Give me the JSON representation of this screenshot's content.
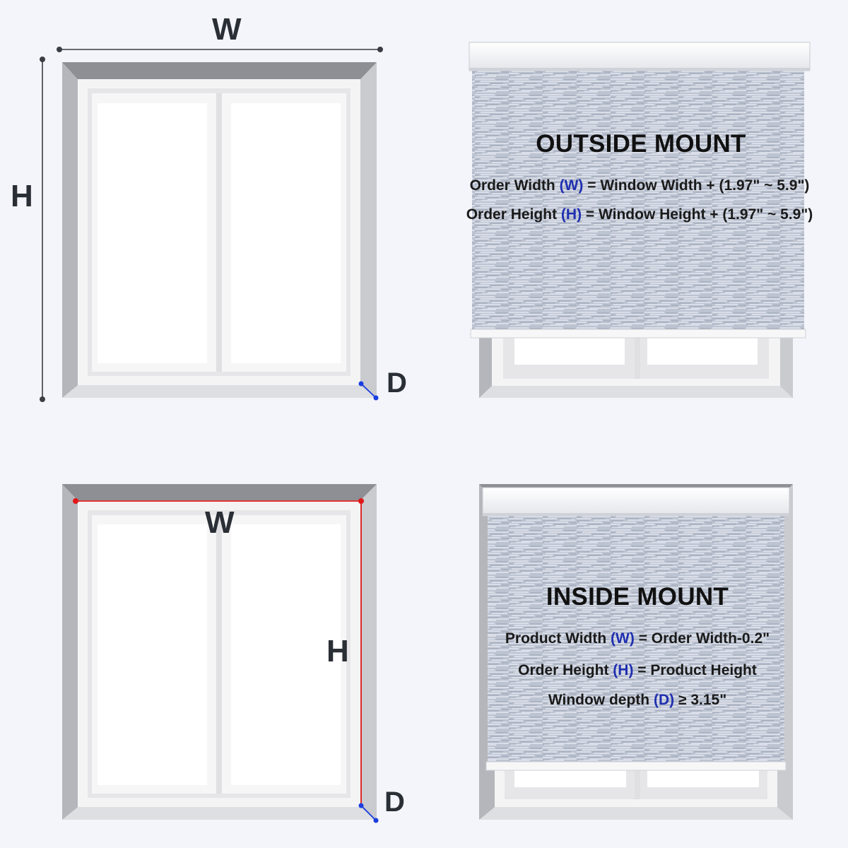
{
  "panels": {
    "outside_measure": {
      "w": "W",
      "h": "H",
      "d": "D"
    },
    "inside_measure": {
      "w": "W",
      "h": "H",
      "d": "D"
    },
    "outside_mount": {
      "title": "OUTSIDE MOUNT",
      "lines": [
        {
          "pre": "Order Width ",
          "var": "(W)",
          "post": " = Window Width + (1.97\" ~ 5.9\")"
        },
        {
          "pre": "Order Height ",
          "var": "(H)",
          "post": " = Window Height + (1.97\" ~ 5.9\")"
        }
      ]
    },
    "inside_mount": {
      "title": "INSIDE MOUNT",
      "lines": [
        {
          "pre": "Product Width ",
          "var": "(W)",
          "post": " = Order Width-0.2\""
        },
        {
          "pre": "Order Height ",
          "var": "(H)",
          "post": " = Product Height"
        },
        {
          "pre": "Window depth ",
          "var": "(D)",
          "post": " ≥ 3.15\""
        }
      ]
    }
  },
  "colors": {
    "background": "#f3f5fa",
    "variable": "#1f2fb0",
    "measure_line_red": "#e01818",
    "depth_line_blue": "#1a3de0"
  }
}
